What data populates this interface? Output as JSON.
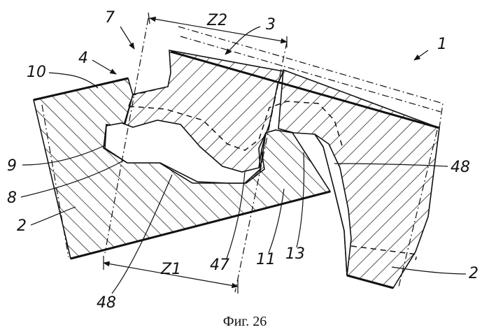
{
  "figure": {
    "caption": "Фиг. 26",
    "labels": {
      "l1": "1",
      "l2a": "2",
      "l2b": "2",
      "l3": "3",
      "l4": "4",
      "l7": "7",
      "l8": "8",
      "l9": "9",
      "l10": "10",
      "l11": "11",
      "l13": "13",
      "l47": "47",
      "l48a": "48",
      "l48b": "48",
      "z1": "Z1",
      "z2": "Z2"
    }
  }
}
